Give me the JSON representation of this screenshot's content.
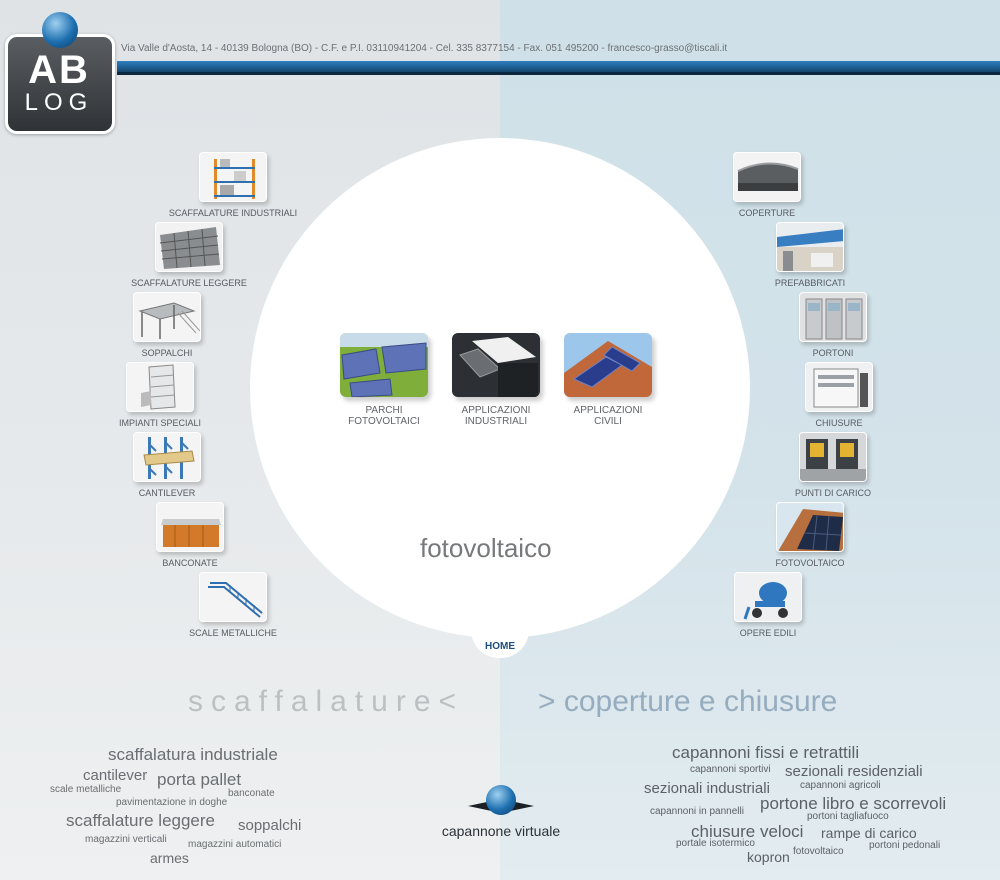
{
  "header": {
    "logo_top": "AB",
    "logo_bottom": "LOG",
    "address": "Via Valle d'Aosta, 14 - 40139 Bologna (BO) - C.F. e P.I. 03110941204 - Cel. 335 8377154 - Fax. 051 495200 - francesco-grasso@tiscali.it"
  },
  "left_categories": [
    {
      "label": "SCAFFALATURE INDUSTRIALI",
      "icon": "shelving-icon"
    },
    {
      "label": "SCAFFALATURE LEGGERE",
      "icon": "light-shelving-icon"
    },
    {
      "label": "SOPPALCHI",
      "icon": "mezzanine-icon"
    },
    {
      "label": "IMPIANTI SPECIALI",
      "icon": "special-system-icon"
    },
    {
      "label": "CANTILEVER",
      "icon": "cantilever-icon"
    },
    {
      "label": "BANCONATE",
      "icon": "counter-icon"
    },
    {
      "label": "SCALE METALLICHE",
      "icon": "metal-stairs-icon"
    }
  ],
  "right_categories": [
    {
      "label": "COPERTURE",
      "icon": "roofing-icon"
    },
    {
      "label": "PREFABBRICATI",
      "icon": "prefab-icon"
    },
    {
      "label": "PORTONI",
      "icon": "doors-icon"
    },
    {
      "label": "CHIUSURE",
      "icon": "closures-icon"
    },
    {
      "label": "PUNTI DI CARICO",
      "icon": "loading-dock-icon"
    },
    {
      "label": "FOTOVOLTAICO",
      "icon": "solar-roof-icon"
    },
    {
      "label": "OPERE EDILI",
      "icon": "cement-mixer-icon"
    }
  ],
  "center": {
    "items": [
      {
        "line1": "PARCHI",
        "line2": "FOTOVOLTAICI"
      },
      {
        "line1": "APPLICAZIONI",
        "line2": "INDUSTRIALI"
      },
      {
        "line1": "APPLICAZIONI",
        "line2": "CIVILI"
      }
    ],
    "title": "fotovoltaico",
    "home": "HOME"
  },
  "sections": {
    "left": "scaffalature<",
    "right": "> coperture e chiusure"
  },
  "tags_left": [
    "scaffalatura industriale",
    "cantilever",
    "porta pallet",
    "scale metalliche",
    "banconate",
    "pavimentazione in doghe",
    "scaffalature leggere",
    "soppalchi",
    "magazzini verticali",
    "magazzini automatici",
    "armes"
  ],
  "tags_right": [
    "capannoni fissi e retrattili",
    "capannoni sportivi",
    "sezionali residenziali",
    "sezionali industriali",
    "capannoni agricoli",
    "portone libro e scorrevoli",
    "capannoni in pannelli",
    "portoni tagliafuoco",
    "chiusure veloci",
    "rampe di carico",
    "portale isotermico",
    "portoni pedonali",
    "kopron",
    "fotovoltaico"
  ],
  "virtual": {
    "label": "capannone virtuale"
  },
  "colors": {
    "accent_blue": "#1e5f92",
    "home_blue": "#1d4e7e"
  }
}
